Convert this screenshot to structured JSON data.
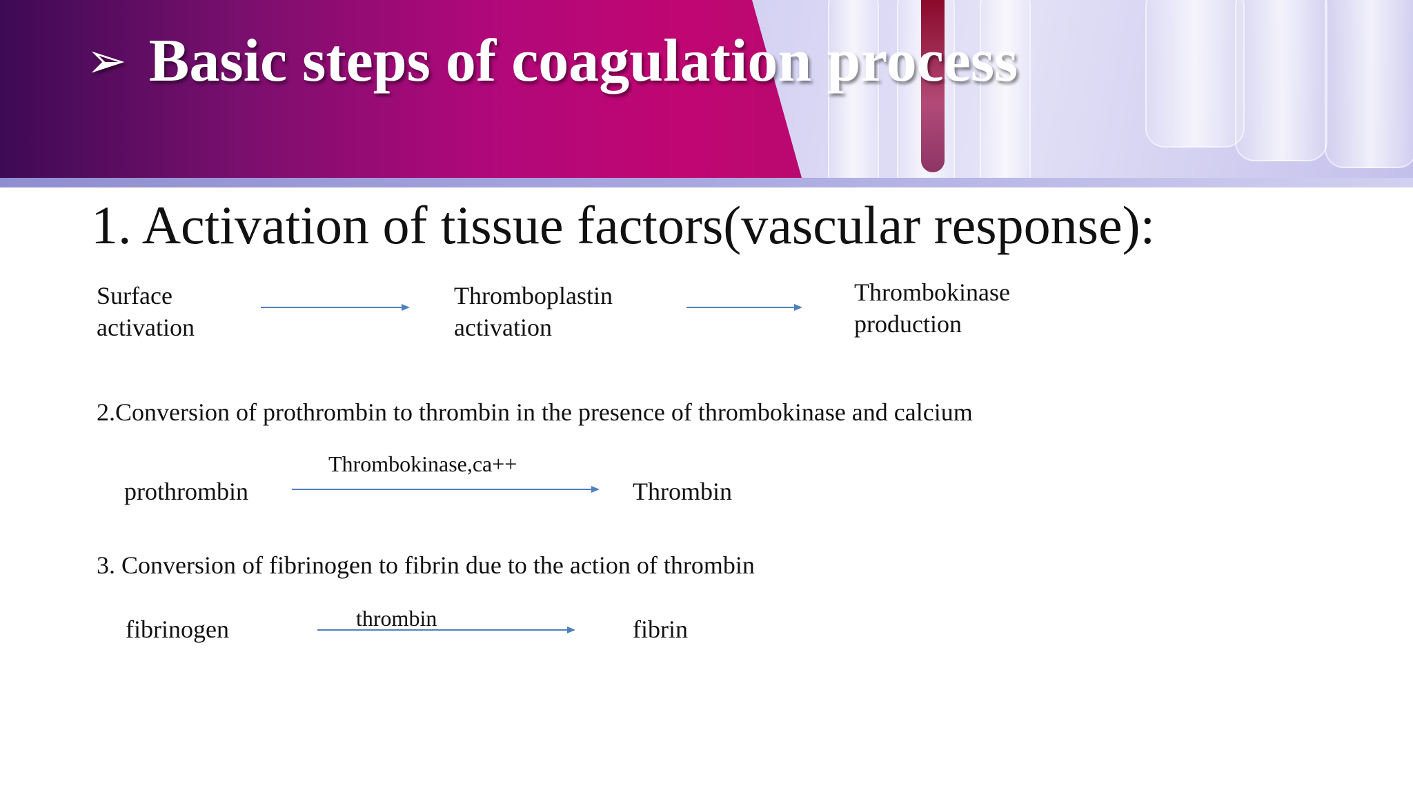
{
  "title": {
    "glyph": "➢",
    "text": "Basic steps of coagulation process"
  },
  "step1": {
    "heading": "1. Activation of tissue factors(vascular response):",
    "nodes": [
      {
        "line1": "Surface",
        "line2": "activation"
      },
      {
        "line1": "Thromboplastin",
        "line2": "activation"
      },
      {
        "line1": "Thrombokinase",
        "line2": "production"
      }
    ]
  },
  "step2": {
    "heading": "2.Conversion of prothrombin to thrombin in the presence of thrombokinase and calcium",
    "from": "prothrombin",
    "arrow_label": "Thrombokinase,ca++",
    "to": "Thrombin"
  },
  "step3": {
    "heading": "3. Conversion of fibrinogen to fibrin due to the action of thrombin",
    "from": "fibrinogen",
    "arrow_label": "thrombin",
    "to": "fibrin"
  },
  "colors": {
    "arrow": "#4f7fbf",
    "banner_left": "#3d0a55",
    "banner_right": "#c00672"
  }
}
